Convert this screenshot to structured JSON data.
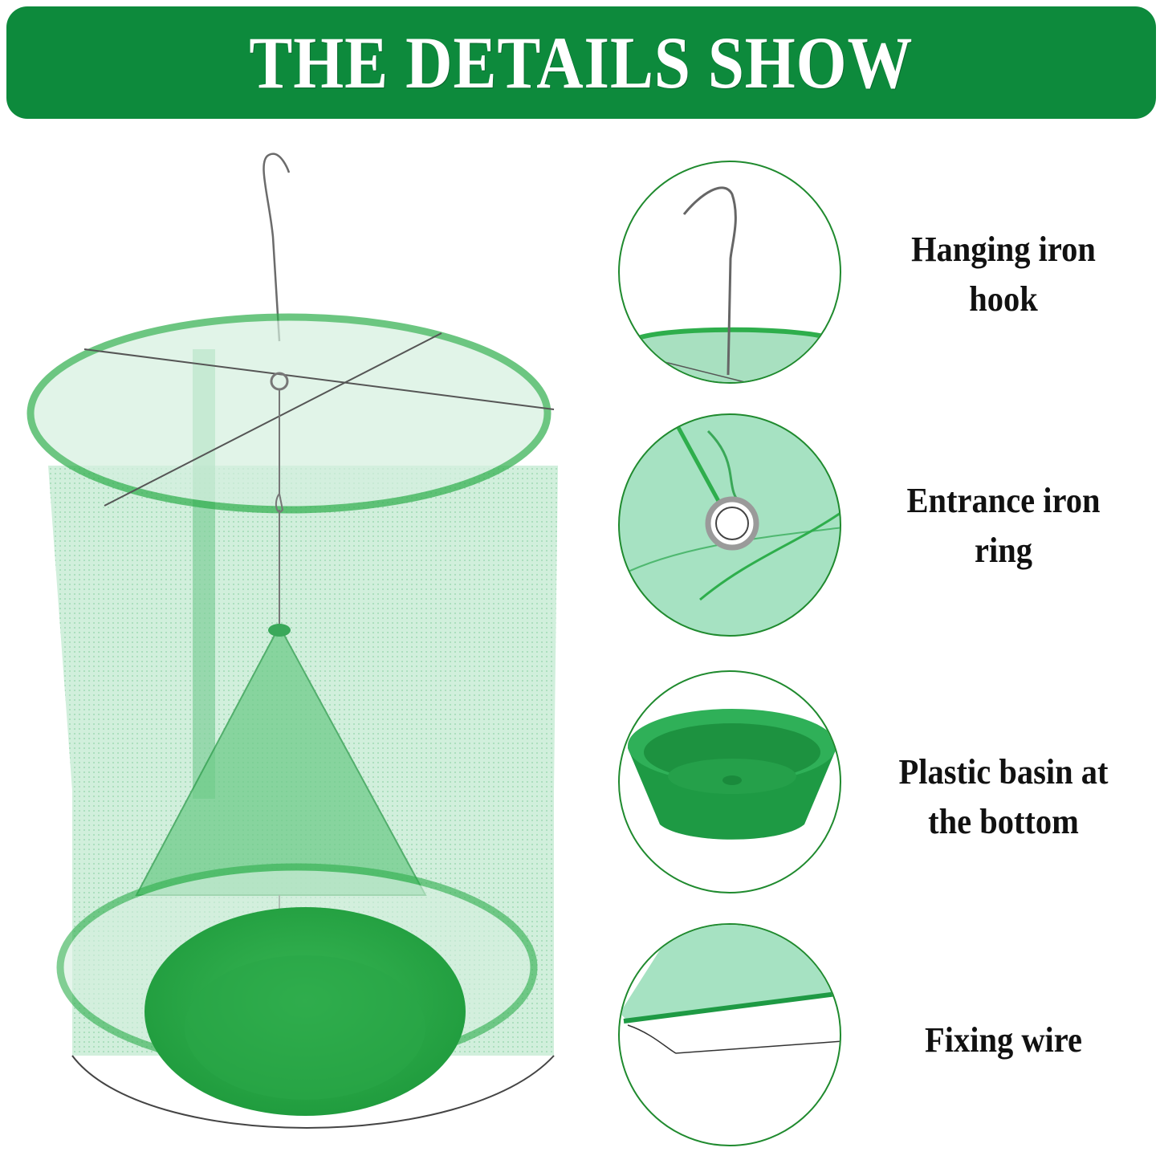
{
  "banner": {
    "title": "THE DETAILS SHOW",
    "background_color": "#0d8a3c",
    "text_color": "#ffffff"
  },
  "main_product": {
    "image": "green-hanging-fly-trap-cage-icon",
    "parts_visible": [
      "hanging hook",
      "top ring with cross wires",
      "mesh cylinder",
      "inner cone",
      "bottom basin"
    ]
  },
  "details": [
    {
      "image": "hanging-hook-closeup",
      "label_line1": "Hanging iron",
      "label_line2": "hook"
    },
    {
      "image": "entrance-iron-ring-closeup",
      "label_line1": "Entrance iron",
      "label_line2": "ring"
    },
    {
      "image": "plastic-basin-closeup",
      "label_line1": "Plastic basin at",
      "label_line2": "the bottom"
    },
    {
      "image": "fixing-wire-closeup",
      "label_line1": "Fixing wire",
      "label_line2": ""
    }
  ],
  "colors": {
    "accent_green": "#1f8a2e",
    "mesh_green": "#9fdcb8",
    "basin_green": "#1ea040",
    "label_text": "#111111"
  }
}
